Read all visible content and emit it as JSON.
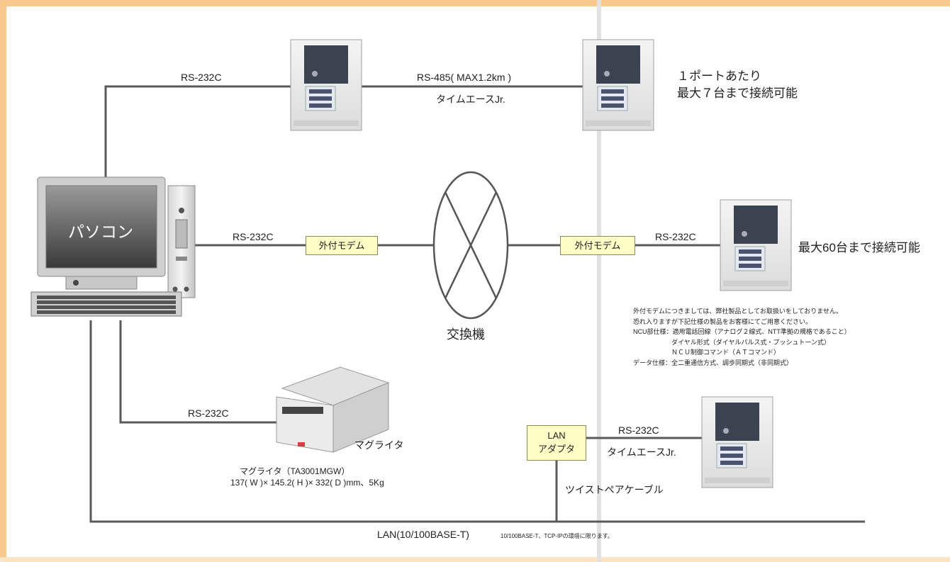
{
  "pc": {
    "label": "パソコン"
  },
  "links": {
    "rs232c_top": "RS-232C",
    "rs485": "RS-485( MAX1.2km )",
    "timeace_top": "タイムエースJr.",
    "rs232c_mid_left": "RS-232C",
    "rs232c_mid_right": "RS-232C",
    "rs232c_printer": "RS-232C",
    "rs232c_lan": "RS-232C",
    "timeace_lan": "タイムエースJr.",
    "twisted_pair": "ツイストペアケーブル",
    "lan_main": "LAN(10/100BASE-T)",
    "lan_note": "10/100BASE-T、TCP-IPの環境に限ります。"
  },
  "modems": {
    "left": "外付モデム",
    "right": "外付モデム"
  },
  "lan_adapter": {
    "line1": "LAN",
    "line2": "アダプタ"
  },
  "exchange": {
    "label": "交換機"
  },
  "capacity": {
    "port_line1": "１ポートあたり",
    "port_line2": "最大７台まで接続可能",
    "modem_max": "最大60台まで接続可能"
  },
  "printer": {
    "label": "マグライタ",
    "model": "マグライタ（TA3001MGW）",
    "dims": "137( W )× 145.2( H )× 332( D )mm、5Kg"
  },
  "notes": [
    "外付モデムにつきましては、弊社製品としてお取扱いをしておりません。",
    "恐れ入りますが下記仕様の製品をお客様にてご用意ください。",
    "NCU部仕様：適用電話回線（アナログ２線式、NTT準拠の規格であること）",
    "　　　　　　ダイヤル形式（ダイヤルパルス式・プッシュトーン式）",
    "　　　　　　ＮＣＵ制御コマンド（ＡＴコマンド）",
    "データ仕様：全二重通信方式、調歩同期式（非同期式）"
  ],
  "colors": {
    "border": "#f7c98c",
    "line": "#5a5a5a",
    "modem_fill": "#fffdc6",
    "divider": "#dddddd"
  }
}
